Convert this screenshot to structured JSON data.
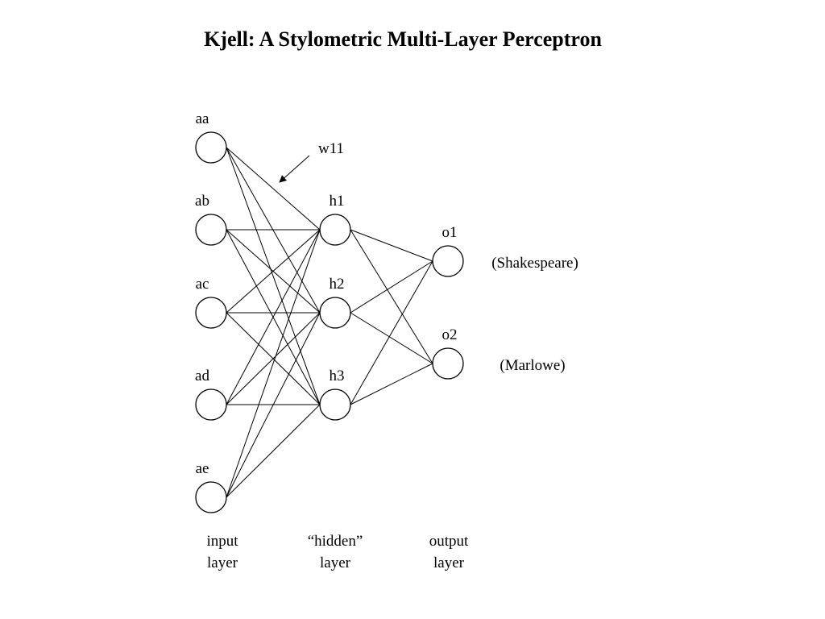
{
  "title": "Kjell: A Stylometric Multi-Layer Perceptron",
  "input_nodes": [
    {
      "id": "aa",
      "label": "aa"
    },
    {
      "id": "ab",
      "label": "ab"
    },
    {
      "id": "ac",
      "label": "ac"
    },
    {
      "id": "ad",
      "label": "ad"
    },
    {
      "id": "ae",
      "label": "ae"
    }
  ],
  "hidden_nodes": [
    {
      "id": "h1",
      "label": "h1"
    },
    {
      "id": "h2",
      "label": "h2"
    },
    {
      "id": "h3",
      "label": "h3"
    }
  ],
  "output_nodes": [
    {
      "id": "o1",
      "label": "o1",
      "class_label": "(Shakespeare)"
    },
    {
      "id": "o2",
      "label": "o2",
      "class_label": "(Marlowe)"
    }
  ],
  "edges": [
    [
      "aa",
      "h1"
    ],
    [
      "aa",
      "h2"
    ],
    [
      "aa",
      "h3"
    ],
    [
      "ab",
      "h1"
    ],
    [
      "ab",
      "h2"
    ],
    [
      "ab",
      "h3"
    ],
    [
      "ac",
      "h1"
    ],
    [
      "ac",
      "h2"
    ],
    [
      "ac",
      "h3"
    ],
    [
      "ad",
      "h1"
    ],
    [
      "ad",
      "h2"
    ],
    [
      "ad",
      "h3"
    ],
    [
      "ae",
      "h1"
    ],
    [
      "ae",
      "h2"
    ],
    [
      "ae",
      "h3"
    ],
    [
      "h1",
      "o1"
    ],
    [
      "h1",
      "o2"
    ],
    [
      "h2",
      "o1"
    ],
    [
      "h2",
      "o2"
    ],
    [
      "h3",
      "o1"
    ],
    [
      "h3",
      "o2"
    ]
  ],
  "weight_annotation": {
    "label": "w11",
    "points_to": [
      "aa",
      "h1"
    ]
  },
  "layer_captions": {
    "input": [
      "input",
      "layer"
    ],
    "hidden": [
      "“hidden”",
      "layer"
    ],
    "output": [
      "output",
      "layer"
    ]
  }
}
